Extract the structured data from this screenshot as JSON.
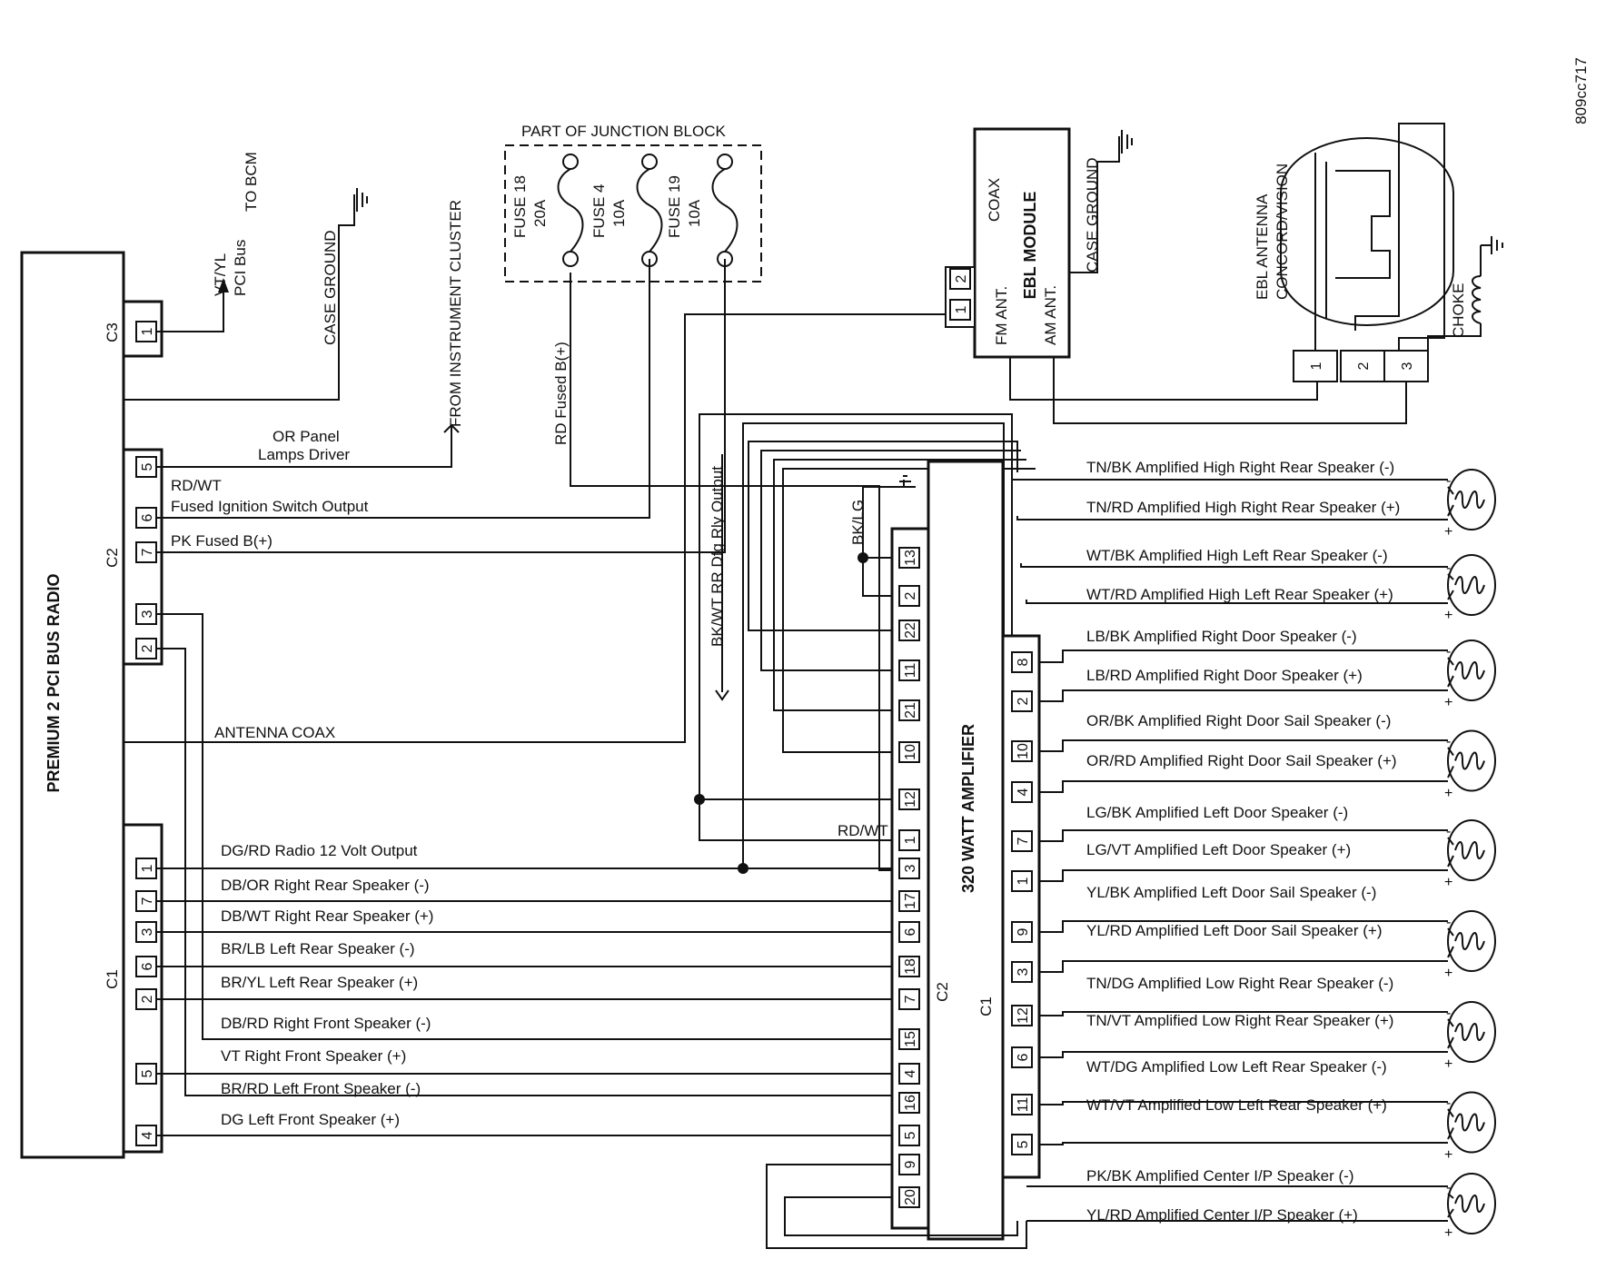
{
  "code": "809cc717",
  "radio": {
    "title": "PREMIUM 2 PCI BUS RADIO",
    "c3": {
      "label": "C3",
      "pin": "1"
    },
    "c2": {
      "label": "C2",
      "pins": [
        "5",
        "6",
        "7",
        "3",
        "2"
      ]
    },
    "c1": {
      "label": "C1",
      "pins": [
        "1",
        "7",
        "3",
        "6",
        "2",
        "5",
        "4"
      ]
    }
  },
  "labels": {
    "vt_yl": "VT/YL",
    "pci_bus": "PCI Bus",
    "to_bcm": "TO BCM",
    "case_ground": "CASE GROUND",
    "from_cluster": "FROM INSTRUMENT CLUSTER",
    "or_panel": "OR Panel",
    "lamps_driver": "Lamps Driver",
    "rd_wt": "RD/WT",
    "fused_ign": "Fused Ignition Switch Output",
    "pk_fused": "PK Fused B(+)",
    "antenna_coax": "ANTENNA COAX",
    "rd_fused": "RD Fused B(+)",
    "bkwt_rr": "BK/WT RR Dfg Rly Output",
    "bk_lg": "BK/LG",
    "rd_wt_amp": "RD/WT",
    "radio_wires": [
      "DG/RD Radio 12 Volt Output",
      "DB/OR Right Rear Speaker (-)",
      "DB/WT Right Rear Speaker (+)",
      "BR/LB Left Rear Speaker (-)",
      "BR/YL Left Rear Speaker (+)",
      "DB/RD Right Front Speaker (-)",
      "VT Right Front Speaker (+)",
      "BR/RD Left Front Speaker (-)",
      "DG Left Front Speaker (+)"
    ]
  },
  "junction": {
    "title": "PART OF JUNCTION BLOCK",
    "fuses": [
      {
        "name": "FUSE 18",
        "rating": "20A"
      },
      {
        "name": "FUSE 4",
        "rating": "10A"
      },
      {
        "name": "FUSE 19",
        "rating": "10A"
      }
    ]
  },
  "ebl": {
    "title": "EBL MODULE",
    "coax": "COAX",
    "case_ground": "CASE GROUND",
    "fm_ant": "FM ANT.",
    "am_ant": "AM ANT.",
    "conn_pins": [
      "2",
      "1"
    ]
  },
  "antenna": {
    "title": "EBL ANTENNA",
    "subtitle": "CONCORD/VISION",
    "choke": "CHOKE",
    "pins": [
      "1",
      "2",
      "3"
    ]
  },
  "amplifier": {
    "title": "320 WATT AMPLIFIER",
    "c2_label": "C2",
    "c1_label": "C1",
    "c2_pins": [
      "13",
      "2",
      "22",
      "11",
      "21",
      "10",
      "12",
      "1",
      "3",
      "17",
      "6",
      "18",
      "7",
      "15",
      "4",
      "16",
      "5",
      "9",
      "20"
    ],
    "c1_pins": [
      "8",
      "2",
      "10",
      "4",
      "7",
      "1",
      "9",
      "3",
      "12",
      "6",
      "11",
      "5"
    ]
  },
  "speakers": [
    "TN/BK Amplified High Right Rear Speaker (-)",
    "TN/RD Amplified High Right Rear Speaker (+)",
    "WT/BK Amplified High Left Rear Speaker (-)",
    "WT/RD Amplified High Left Rear Speaker (+)",
    "LB/BK Amplified Right Door Speaker (-)",
    "LB/RD Amplified Right Door Speaker (+)",
    "OR/BK Amplified Right Door Sail Speaker (-)",
    "OR/RD Amplified Right Door Sail Speaker (+)",
    "LG/BK Amplified Left Door Speaker (-)",
    "LG/VT Amplified Left Door Speaker (+)",
    "YL/BK Amplified Left Door Sail Speaker (-)",
    "YL/RD Amplified Left Door Sail Speaker (+)",
    "TN/DG Amplified Low Right Rear Speaker (-)",
    "TN/VT Amplified Low Right Rear Speaker (+)",
    "WT/DG Amplified Low Left Rear Speaker (-)",
    "WT/VT Amplified Low Left Rear Speaker (+)",
    "PK/BK Amplified Center I/P Speaker (-)",
    "YL/RD Amplified Center I/P Speaker (+)"
  ],
  "speaker_marks": {
    "minus": "-",
    "plus": "+"
  }
}
